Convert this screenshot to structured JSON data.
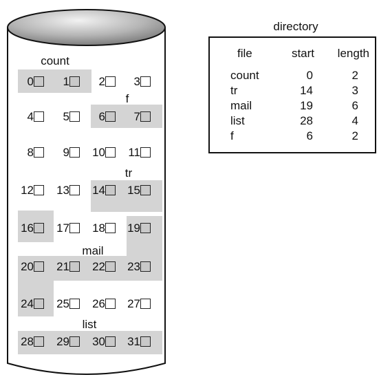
{
  "directory": {
    "title": "directory",
    "headers": {
      "file": "file",
      "start": "start",
      "length": "length"
    },
    "rows": [
      {
        "file": "count",
        "start": "0",
        "length": "2"
      },
      {
        "file": "tr",
        "start": "14",
        "length": "3"
      },
      {
        "file": "mail",
        "start": "19",
        "length": "6"
      },
      {
        "file": "list",
        "start": "28",
        "length": "4"
      },
      {
        "file": "f",
        "start": "6",
        "length": "2"
      }
    ]
  },
  "disk": {
    "blocks": [
      "0",
      "1",
      "2",
      "3",
      "4",
      "5",
      "6",
      "7",
      "8",
      "9",
      "10",
      "11",
      "12",
      "13",
      "14",
      "15",
      "16",
      "17",
      "18",
      "19",
      "20",
      "21",
      "22",
      "23",
      "24",
      "25",
      "26",
      "27",
      "28",
      "29",
      "30",
      "31"
    ],
    "used_blocks": [
      0,
      1,
      6,
      7,
      14,
      15,
      16,
      19,
      20,
      21,
      22,
      23,
      24,
      28,
      29,
      30,
      31
    ],
    "file_labels": {
      "count": "count",
      "f": "f",
      "tr": "tr",
      "mail": "mail",
      "list": "list"
    }
  },
  "colors": {
    "highlight": "#d4d4d4",
    "cylinder_top_dark": "#9a9a9a",
    "cylinder_top_light": "#e6e6e6"
  }
}
